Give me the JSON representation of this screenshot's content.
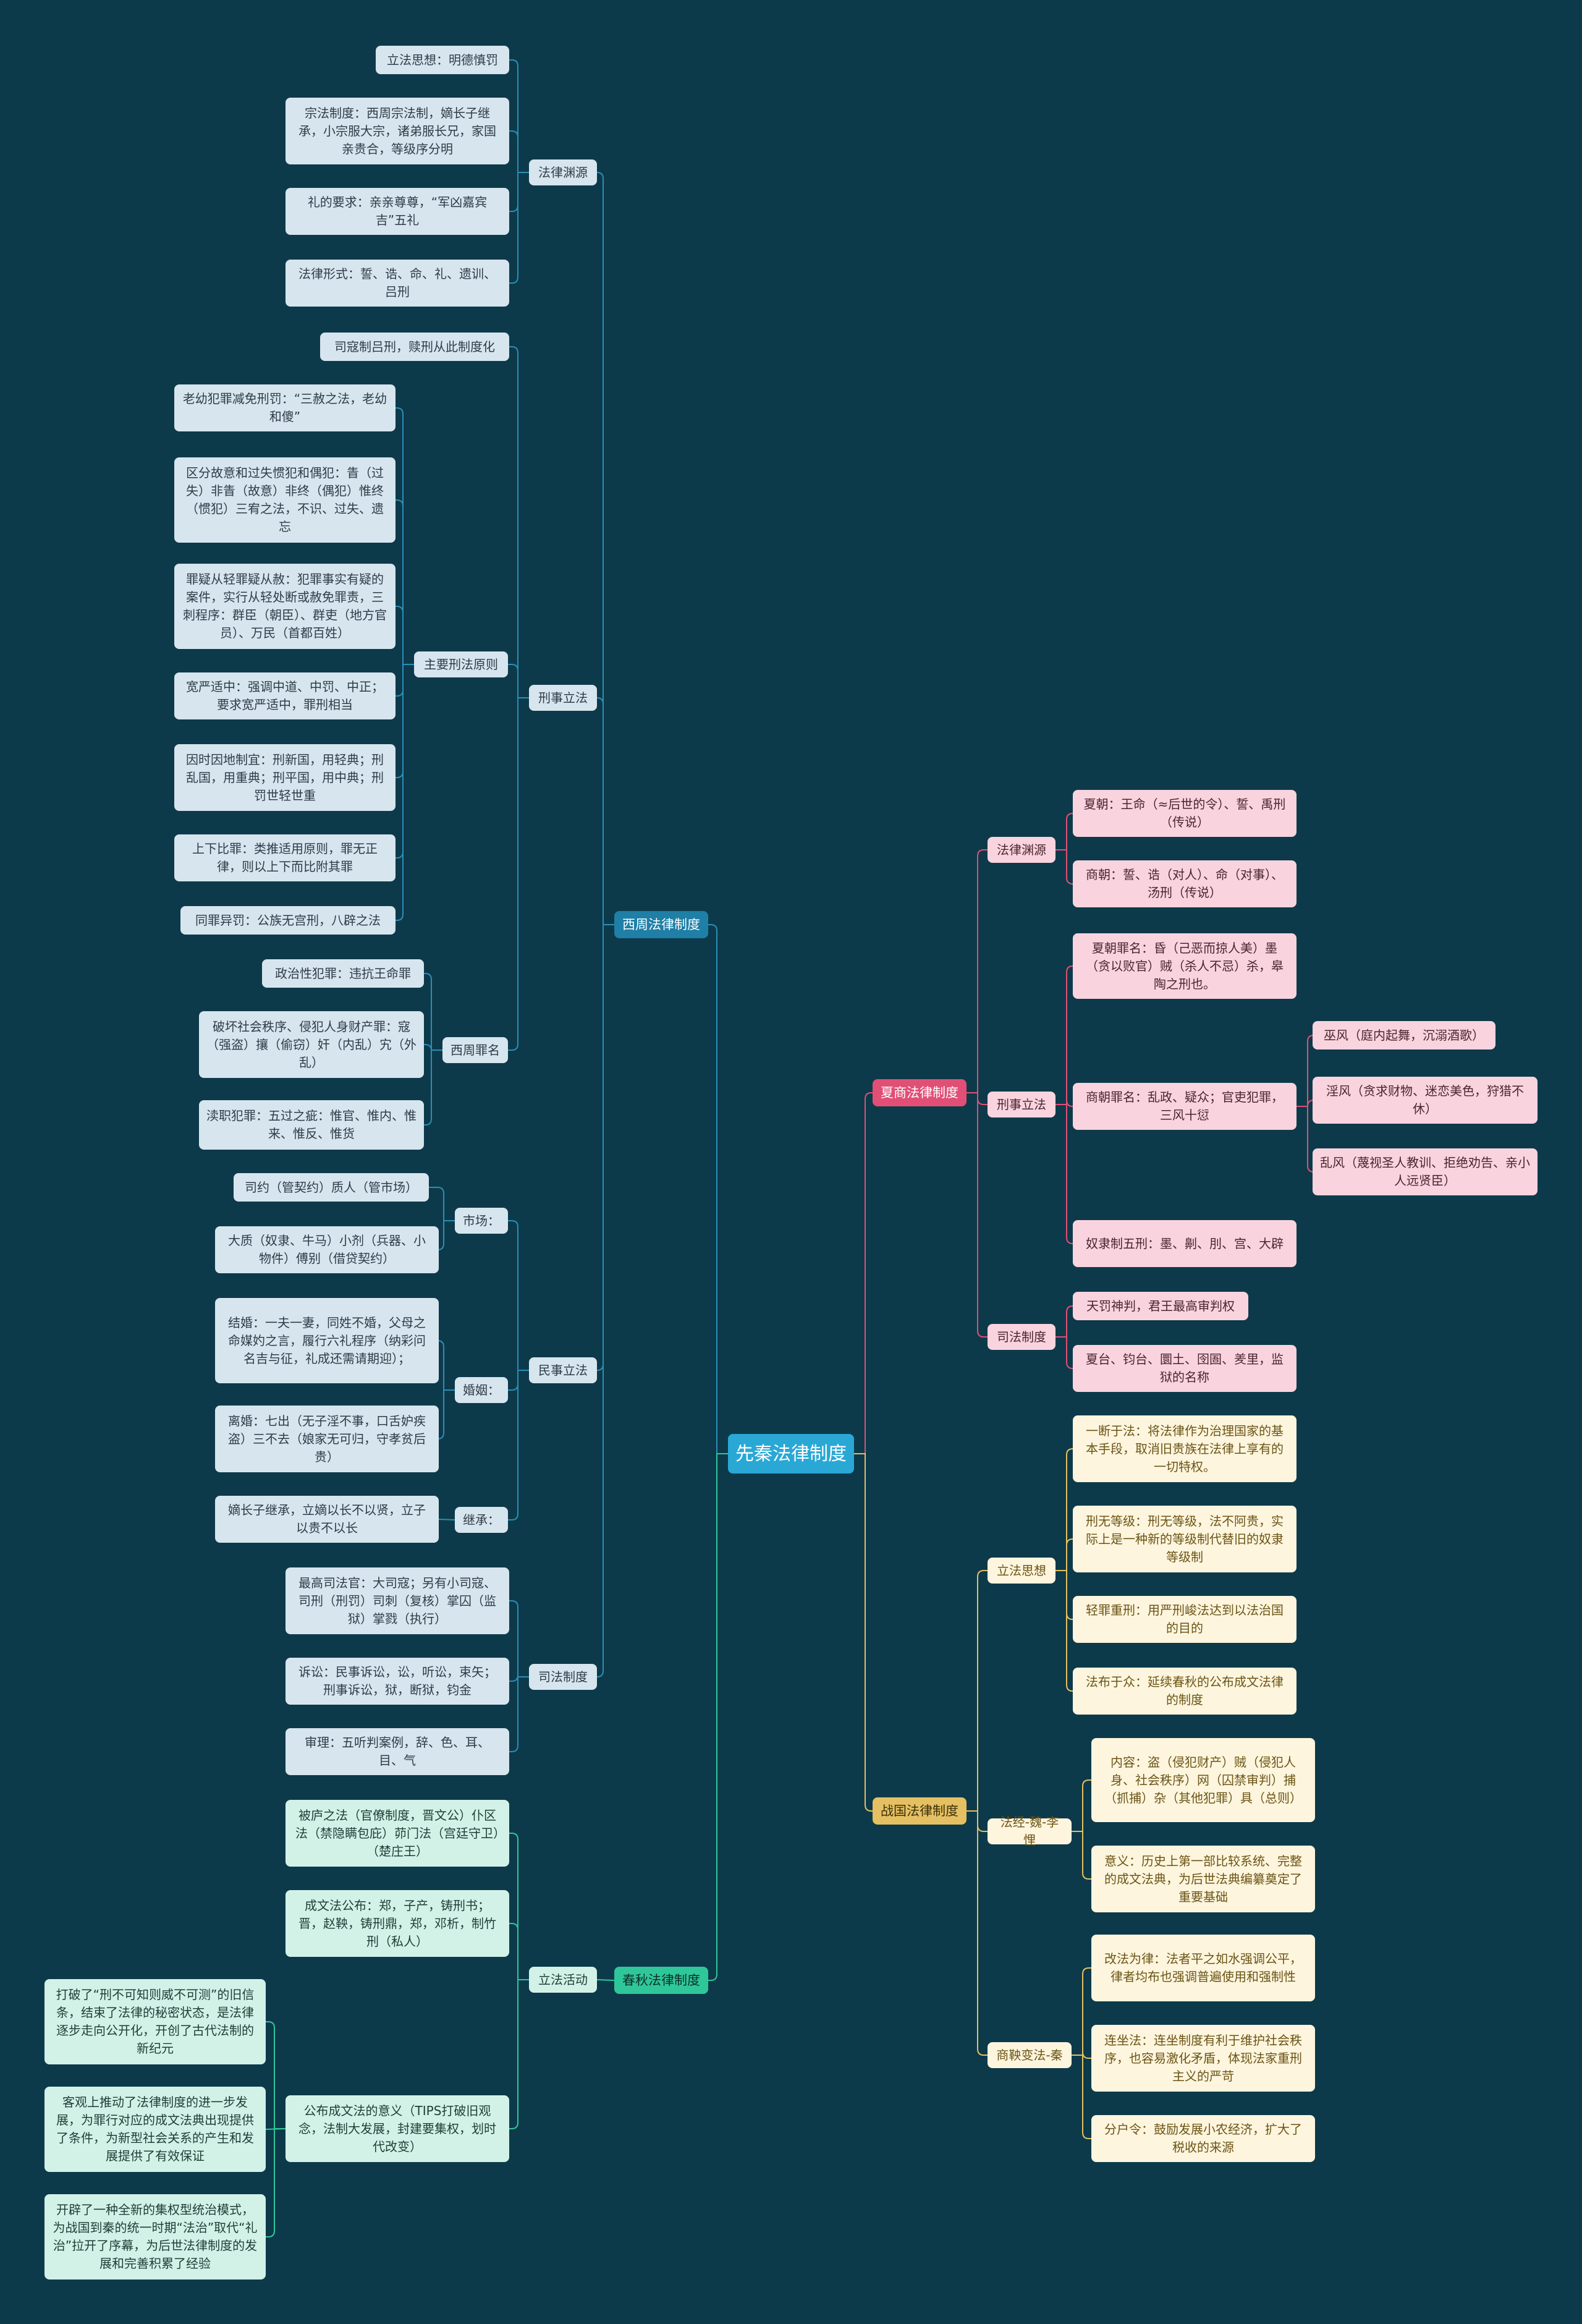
{
  "root": "先秦法律制度",
  "colors": {
    "background": "#0d3a4a",
    "root": "#29a8d6",
    "xia_shang": "#e14f76",
    "zhanguo": "#e5c062",
    "xizhou": "#1f7fa6",
    "chunqiu": "#2fc79a"
  },
  "xia_shang": {
    "label": "夏商法律制度",
    "fayuan": {
      "label": "法律渊源",
      "items": [
        "夏朝：王命（≈后世的令）、誓、禹刑（传说）",
        "商朝：誓、诰（对人）、命（对事）、汤刑（传说）"
      ]
    },
    "xingshi": {
      "label": "刑事立法",
      "xia_crime": "夏朝罪名：昏（己恶而掠人美）墨（贪以败官）贼（杀人不忌）杀，皋陶之刑也。",
      "shang_crime": "商朝罪名：乱政、疑众；官吏犯罪，三风十愆",
      "three_winds": [
        "巫风（庭内起舞，沉溺酒歌）",
        "淫风（贪求财物、迷恋美色，狩猎不休）",
        "乱风（蔑视圣人教训、拒绝劝告、亲小人远贤臣）"
      ],
      "wuxing": "奴隶制五刑：墨、劓、刖、宫、大辟"
    },
    "sifa": {
      "label": "司法制度",
      "items": [
        "天罚神判，君王最高审判权",
        "夏台、钧台、圜土、囹圄、羑里，监狱的名称"
      ]
    }
  },
  "zhanguo": {
    "label": "战国法律制度",
    "lifa": {
      "label": "立法思想",
      "items": [
        "一断于法：将法律作为治理国家的基本手段，取消旧贵族在法律上享有的一切特权。",
        "刑无等级：刑无等级，法不阿贵，实际上是一种新的等级制代替旧的奴隶等级制",
        "轻罪重刑：用严刑峻法达到以法治国的目的",
        "法布于众：延续春秋的公布成文法律的制度"
      ]
    },
    "fajing": {
      "label": "法经-魏-李悝",
      "items": [
        "内容：盗（侵犯财产）贼（侵犯人身、社会秩序）网（囚禁审判）捕（抓捕）杂（其他犯罪）具（总则）",
        "意义：历史上第一部比较系统、完整的成文法典，为后世法典编纂奠定了重要基础"
      ]
    },
    "shangyang": {
      "label": "商鞅变法-秦",
      "items": [
        "改法为律：法者平之如水强调公平，律者均布也强调普遍使用和强制性",
        "连坐法：连坐制度有利于维护社会秩序，也容易激化矛盾，体现法家重刑主义的严苛",
        "分户令：鼓励发展小农经济，扩大了税收的来源"
      ]
    }
  },
  "xizhou": {
    "label": "西周法律制度",
    "fayuan": {
      "label": "法律渊源",
      "items": [
        "立法思想：明德慎罚",
        "宗法制度：西周宗法制，嫡长子继承，小宗服大宗，诸弟服长兄，家国亲贵合，等级序分明",
        "礼的要求：亲亲尊尊，“军凶嘉宾吉”五礼",
        "法律形式：誓、诰、命、礼、遗训、吕刑"
      ]
    },
    "xingshi": {
      "label": "刑事立法",
      "luxing": "司寇制吕刑，赎刑从此制度化",
      "principles_label": "主要刑法原则",
      "principles": [
        "老幼犯罪减免刑罚：“三赦之法，老幼和傻”",
        "区分故意和过失惯犯和偶犯：眚（过失）非眚（故意）非终（偶犯）惟终（惯犯）三宥之法，不识、过失、遗忘",
        "罪疑从轻罪疑从赦：犯罪事实有疑的案件，实行从轻处断或赦免罪责，三刺程序：群臣（朝臣）、群吏（地方官员）、万民（首都百姓）",
        "宽严适中：强调中道、中罚、中正；要求宽严适中，罪刑相当",
        "因时因地制宜：刑新国，用轻典；刑乱国，用重典；刑平国，用中典；刑罚世轻世重",
        "上下比罪：类推适用原则，罪无正律，则以上下而比附其罪",
        "同罪异罚：公族无宫刑，八辟之法"
      ],
      "zuiming_label": "西周罪名",
      "zuiming": [
        "政治性犯罪：违抗王命罪",
        "破坏社会秩序、侵犯人身财产罪：寇（强盗）攘（偷窃）奸（内乱）宄（外乱）",
        "渎职犯罪：五过之疵：惟官、惟内、惟来、惟反、惟货"
      ]
    },
    "minshi": {
      "label": "民事立法",
      "market_label": "市场：",
      "market": [
        "司约（管契约）质人（管市场）",
        "大质（奴隶、牛马）小剂（兵器、小物件）傅别（借贷契约）"
      ],
      "marriage_label": "婚姻：",
      "marriage": [
        "结婚：一夫一妻，同姓不婚，父母之命媒妁之言，履行六礼程序（纳彩问名吉与征，礼成还需请期迎）；",
        "离婚：七出（无子淫不事，口舌妒疾盗）三不去（娘家无可归，守孝贫后贵）"
      ],
      "inherit_label": "继承：",
      "inherit": "嫡长子继承，立嫡以长不以贤，立子以贵不以长"
    },
    "sifa": {
      "label": "司法制度",
      "items": [
        "最高司法官：大司寇；另有小司寇、司刑（刑罚）司刺（复核）掌囚（监狱）掌戮（执行）",
        "诉讼：民事诉讼，讼，听讼，束矢；刑事诉讼，狱，断狱，钧金",
        "审理：五听判案例，辞、色、耳、目、气"
      ]
    }
  },
  "chunqiu": {
    "label": "春秋法律制度",
    "huodong": {
      "label": "立法活动",
      "items": [
        "被庐之法（官僚制度，晋文公）仆区法（禁隐瞒包庇）茆门法（宫廷守卫）（楚庄王）",
        "成文法公布：郑，子产，铸刑书；晋，赵鞅，铸刑鼎，郑，邓析，制竹刑（私人）"
      ],
      "meaning": "公布成文法的意义（TIPS打破旧观念，法制大发展，封建要集权，划时代改变）",
      "meaning_items": [
        "打破了“刑不可知则威不可测”的旧信条，结束了法律的秘密状态，是法律逐步走向公开化，开创了古代法制的新纪元",
        "客观上推动了法律制度的进一步发展，为罪行对应的成文法典出现提供了条件，为新型社会关系的产生和发展提供了有效保证",
        "开辟了一种全新的集权型统治模式，为战国到秦的统一时期“法治”取代“礼治”拉开了序幕，为后世法律制度的发展和完善积累了经验"
      ]
    }
  }
}
